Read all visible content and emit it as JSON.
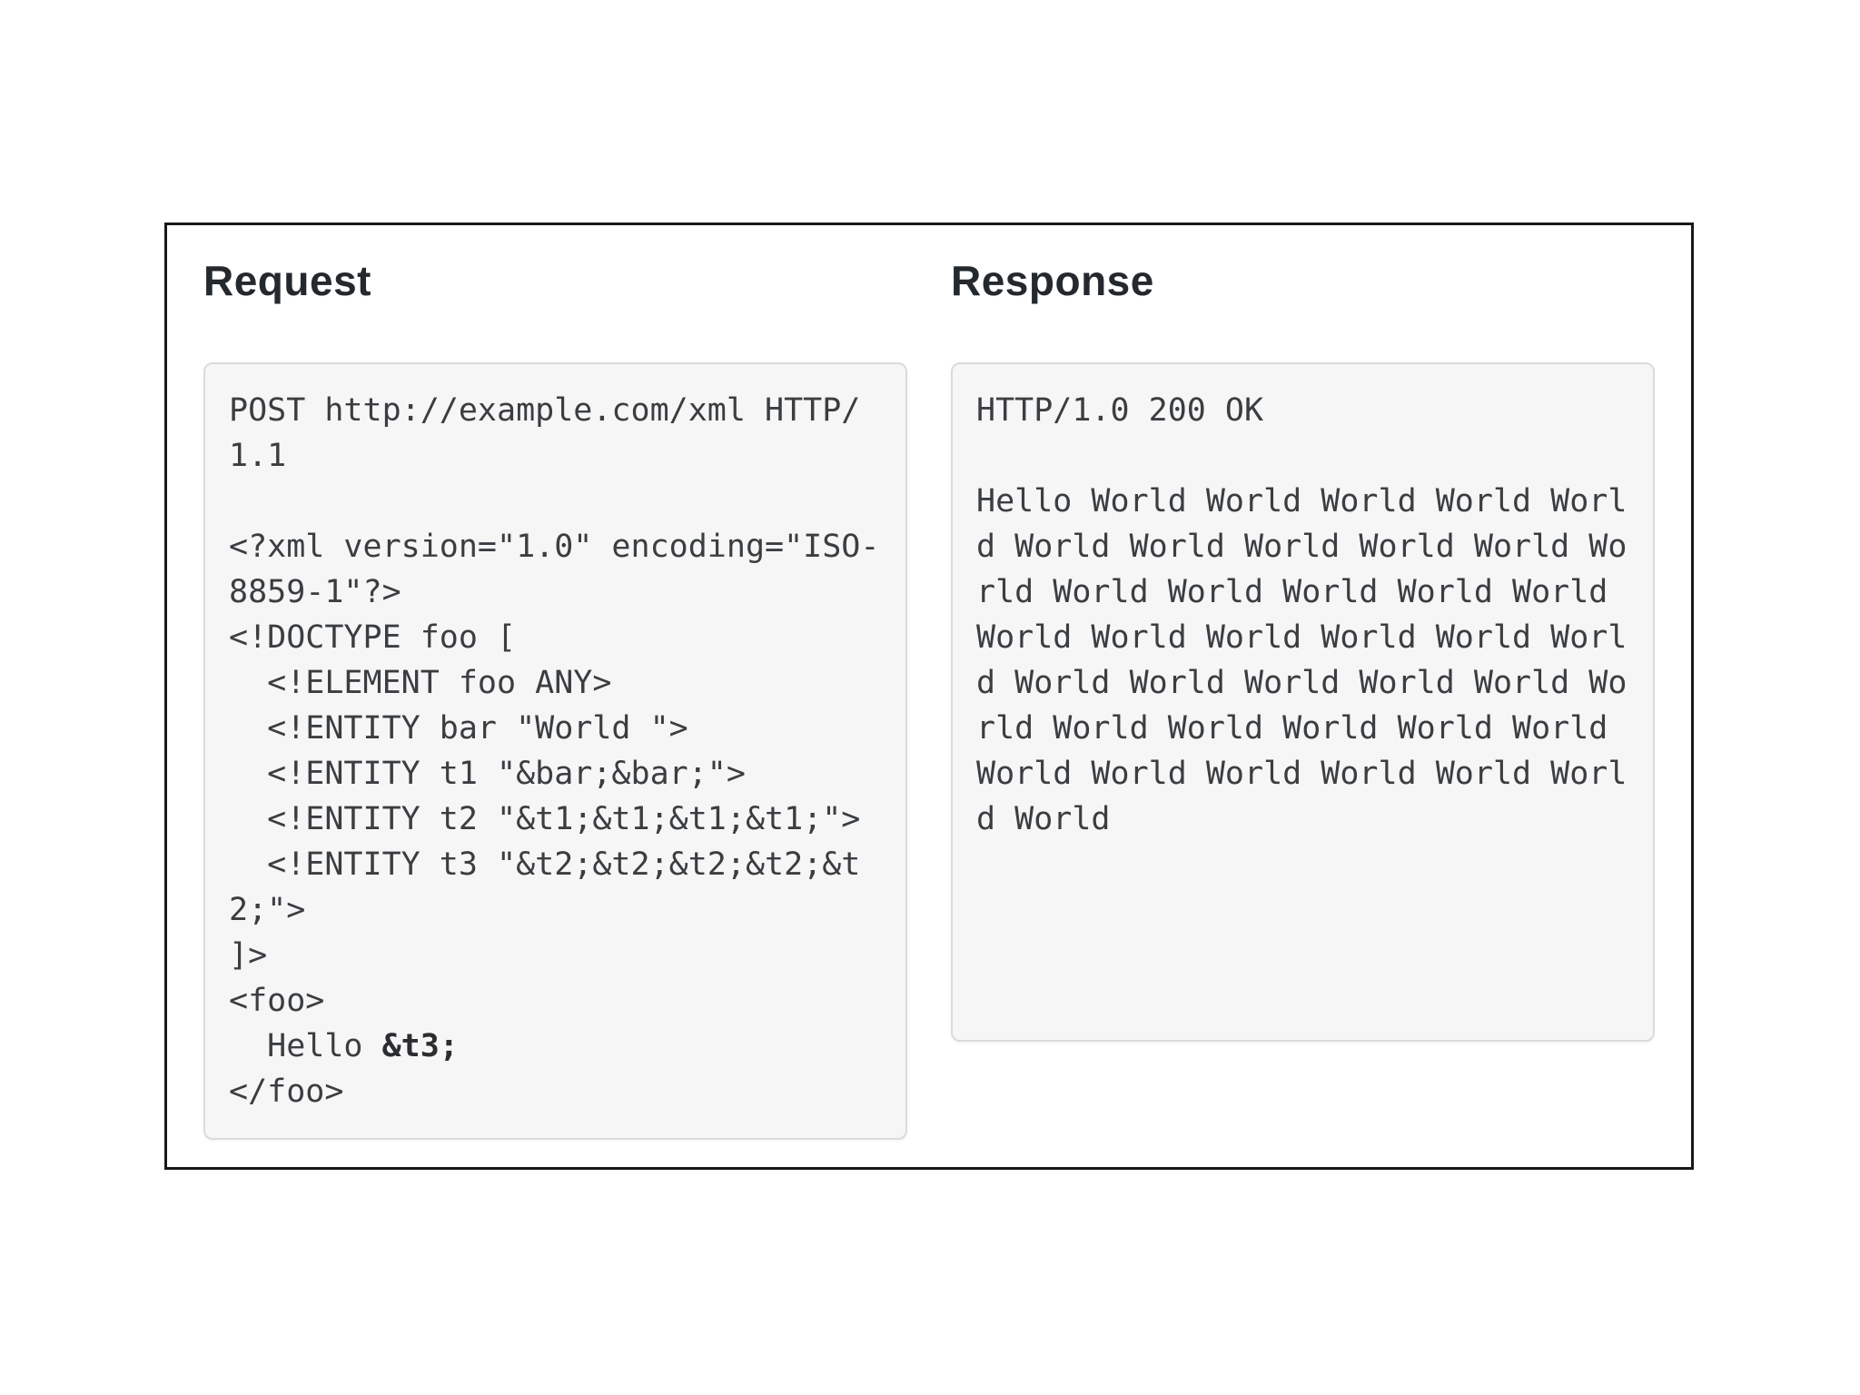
{
  "figure": {
    "description_colors": {
      "page_bg": "#ffffff",
      "frame_border": "#17181b",
      "heading_color": "#24292e",
      "code_bg": "#f6f6f7",
      "code_border": "#d9dbde",
      "code_text": "#3b3e41",
      "code_text_bold": "#2b2d30"
    }
  },
  "request": {
    "heading": "Request",
    "code_before": "POST http://example.com/xml HTTP/\n1.1\n\n<?xml version=\"1.0\" encoding=\"ISO-\n8859-1\"?>\n<!DOCTYPE foo [\n  <!ELEMENT foo ANY>\n  <!ENTITY bar \"World \">\n  <!ENTITY t1 \"&bar;&bar;\">\n  <!ENTITY t2 \"&t1;&t1;&t1;&t1;\">\n  <!ENTITY t3 \"&t2;&t2;&t2;&t2;&t\n2;\">\n]>\n<foo>\n  Hello ",
    "code_bold": "&t3;",
    "code_after": "\n</foo>"
  },
  "response": {
    "heading": "Response",
    "code": "HTTP/1.0 200 OK\n\nHello World World World World Worl\nd World World World World World Wo\nrld World World World World World\nWorld World World World World Worl\nd World World World World World Wo\nrld World World World World World\nWorld World World World World Worl\nd World"
  }
}
